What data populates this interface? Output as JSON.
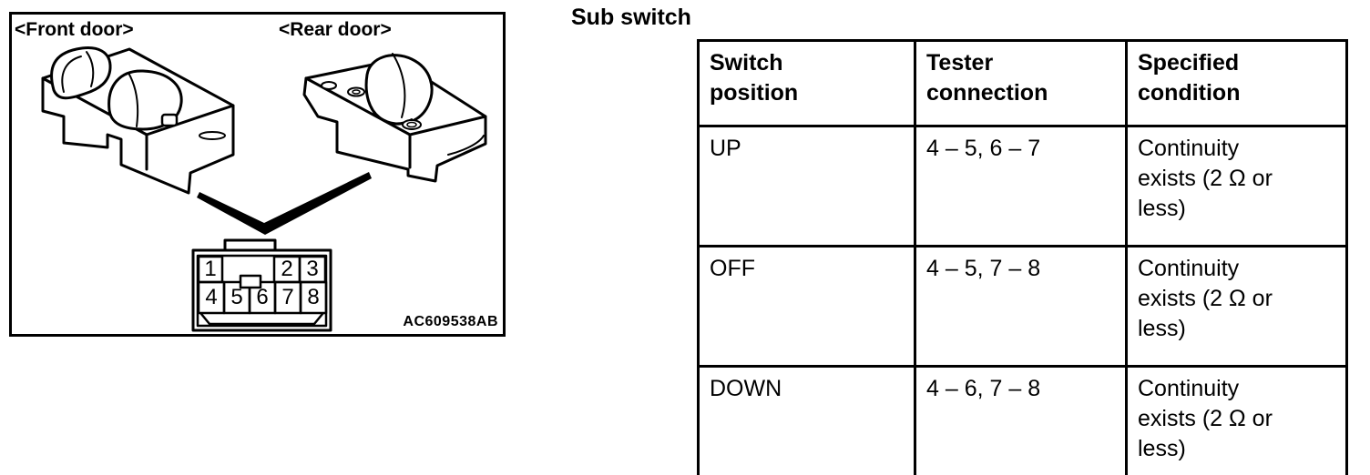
{
  "page": {
    "background": "#ffffff",
    "ink": "#000000"
  },
  "diagram": {
    "front_door_label": "<Front door>",
    "rear_door_label": "<Rear door>",
    "figure_code": "AC609538AB",
    "connector": {
      "pins": [
        "1",
        "2",
        "3",
        "4",
        "5",
        "6",
        "7",
        "8"
      ]
    }
  },
  "section_title": "Sub switch",
  "table": {
    "headers": [
      "Switch\nposition",
      "Tester\nconnection",
      "Specified\ncondition"
    ],
    "rows": [
      {
        "position": "UP",
        "connection": "4 – 5, 6 – 7",
        "condition": "Continuity\nexists (2 Ω or\nless)"
      },
      {
        "position": "OFF",
        "connection": "4 – 5, 7 – 8",
        "condition": "Continuity\nexists (2 Ω or\nless)"
      },
      {
        "position": "DOWN",
        "connection": "4 – 6, 7 – 8",
        "condition": "Continuity\nexists (2 Ω or\nless)"
      }
    ]
  }
}
